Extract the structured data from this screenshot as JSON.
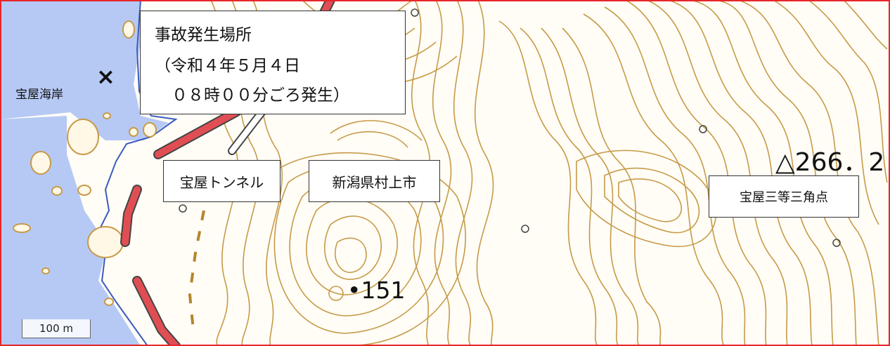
{
  "accident": {
    "line1": "事故発生場所",
    "line2": "（令和４年５月４日",
    "line3": "０８時００分ごろ発生）"
  },
  "labels": {
    "tunnel": "宝屋トンネル",
    "city": "新潟県村上市",
    "triangulation": "宝屋三等三角点",
    "coast": "宝屋海岸"
  },
  "elevations": {
    "peak_151": "151",
    "point_266": "△266．2"
  },
  "markers": {
    "accident_mark": "×",
    "peak_dot": "•"
  },
  "scale": {
    "label": "100 m"
  },
  "colors": {
    "sea": "#b6c9f5",
    "contour": "#c79a48",
    "road": "#e04e54",
    "frame": "#e8262a",
    "land": "#fffdf6"
  }
}
